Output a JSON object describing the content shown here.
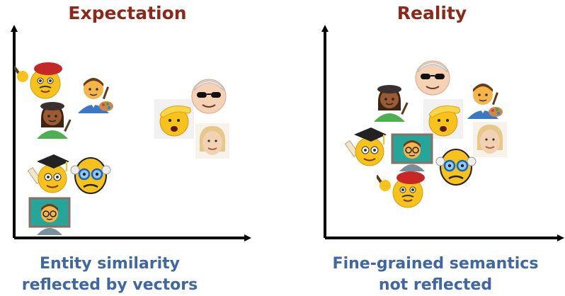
{
  "left_panel": {
    "title": "Expectation",
    "caption_line1": "Entity similarity",
    "caption_line2": "reflected by vectors"
  },
  "right_panel": {
    "title": "Reality",
    "caption_line1": "Fine-grained semantics",
    "caption_line2": "not reflected"
  },
  "colors": {
    "title": "#8b2a1a",
    "caption": "#3f67a3",
    "axis": "#000000"
  },
  "icons": [
    "artist-emoji-icon",
    "male-artist-icon",
    "female-artist-icon",
    "trump-face-icon",
    "biden-face-icon",
    "clinton-face-icon",
    "graduate-emoji-icon",
    "scientist-emoji-icon",
    "male-teacher-icon"
  ]
}
